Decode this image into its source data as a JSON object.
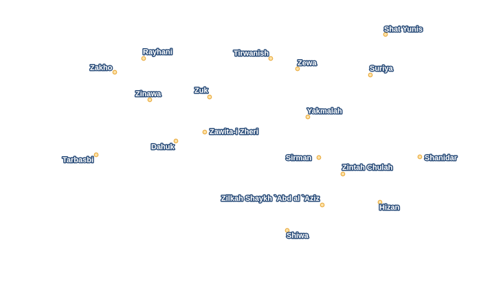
{
  "map": {
    "colors": {
      "label_fill": "#ffffff",
      "label_halo": "#2a4d7a",
      "marker_fill": "#fde2a6",
      "marker_stroke": "#e8a83a"
    },
    "places": [
      {
        "name": "Shat Yunis"
      },
      {
        "name": "Rayhani"
      },
      {
        "name": "Tirwanish"
      },
      {
        "name": "Zewa"
      },
      {
        "name": "Zakho"
      },
      {
        "name": "Suriya"
      },
      {
        "name": "Zinawa"
      },
      {
        "name": "Zuk"
      },
      {
        "name": "Yakmalah"
      },
      {
        "name": "Zawita-i Zheri"
      },
      {
        "name": "Dahuk"
      },
      {
        "name": "Tarbasbi"
      },
      {
        "name": "Sirman"
      },
      {
        "name": "Shanidar"
      },
      {
        "name": "Zintah Chulah"
      },
      {
        "name": "Zilkah Shaykh `Abd al `Aziz"
      },
      {
        "name": "Hizan"
      },
      {
        "name": "Shiwa"
      }
    ]
  }
}
